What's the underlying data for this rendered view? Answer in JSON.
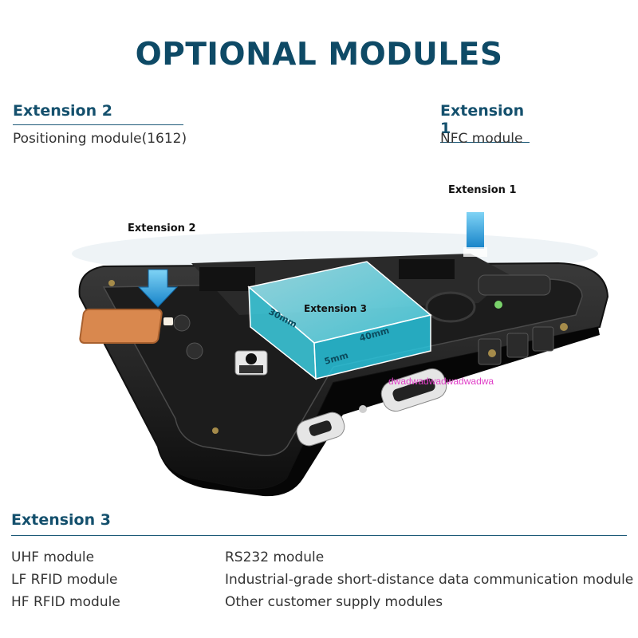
{
  "title": "OPTIONAL MODULES",
  "extension2": {
    "heading": "Extension 2",
    "description": "Positioning module(1612)"
  },
  "extension1": {
    "heading": "Extension 1",
    "description": "NFC module"
  },
  "image": {
    "label_extension1": "Extension 1",
    "label_extension2": "Extension 2",
    "label_extension3": "Extension 3",
    "dim_length": "30mm",
    "dim_width": "40mm",
    "dim_height": "5mm",
    "watermark": "dwadwadwadwadwadwa"
  },
  "extension3": {
    "heading": "Extension 3",
    "left_items": [
      "UHF module",
      "LF RFID module",
      "HF RFID module"
    ],
    "right_items": [
      "RS232 module",
      "Industrial-grade short-distance data communication module",
      "Other customer supply modules"
    ]
  },
  "colors": {
    "heading": "#0e4a66",
    "accent_blue": "#1aa3e0",
    "module_cyan": "#3fd9ee",
    "gps_orange": "#d9884e"
  }
}
